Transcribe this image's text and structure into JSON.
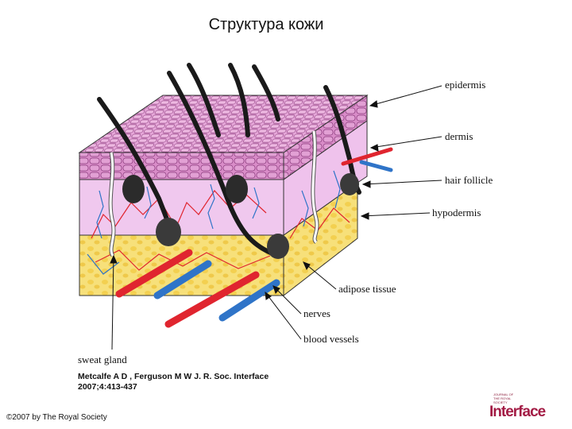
{
  "title": "Структура кожи",
  "labels": {
    "epidermis": "epidermis",
    "dermis": "dermis",
    "hair_follicle": "hair follicle",
    "hypodermis": "hypodermis",
    "adipose_tissue": "adipose tissue",
    "nerves": "nerves",
    "blood_vessels": "blood vessels",
    "sweat_gland": "sweat gland"
  },
  "citation": {
    "line1": "Metcalfe A D , Ferguson M W J. R. Soc. Interface",
    "line2": "2007;4:413-437"
  },
  "copyright": "©2007 by The Royal Society",
  "logo": {
    "line1": "JOURNAL OF",
    "line2": "THE ROYAL",
    "line3": "SOCIETY",
    "brand": "Interface"
  },
  "colors": {
    "epidermis": "#d98cc8",
    "dermis": "#f0c8ee",
    "hypodermis": "#f4dc6a",
    "artery": "#e0252f",
    "vein": "#2f74c8",
    "hair": "#1a1a1a"
  }
}
